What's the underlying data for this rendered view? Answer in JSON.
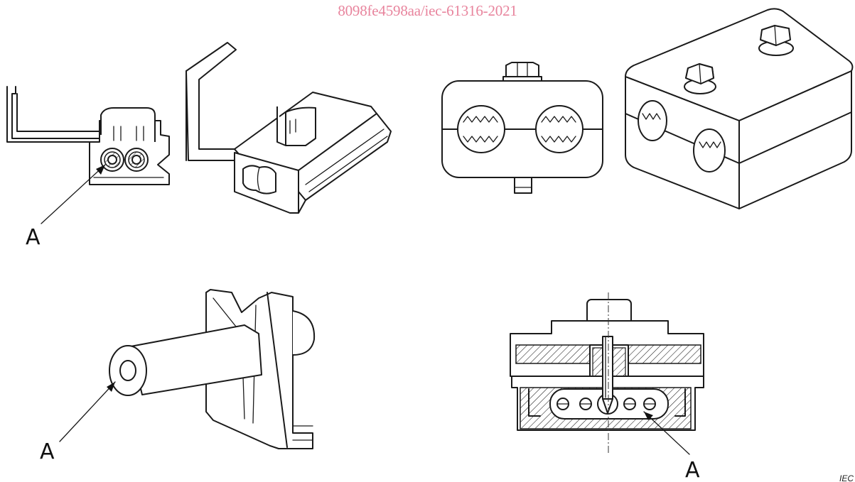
{
  "header": {
    "reference": "8098fe4598aa/iec-61316-2021"
  },
  "figure": {
    "callouts": [
      {
        "id": "a1",
        "label": "A"
      },
      {
        "id": "a2",
        "label": "A"
      },
      {
        "id": "a3",
        "label": "A"
      }
    ],
    "corner_mark": "IEC"
  },
  "colors": {
    "header_text": "#e8849d",
    "line_ink": "#1a1a1a",
    "hatch": "#1a1a1a"
  }
}
